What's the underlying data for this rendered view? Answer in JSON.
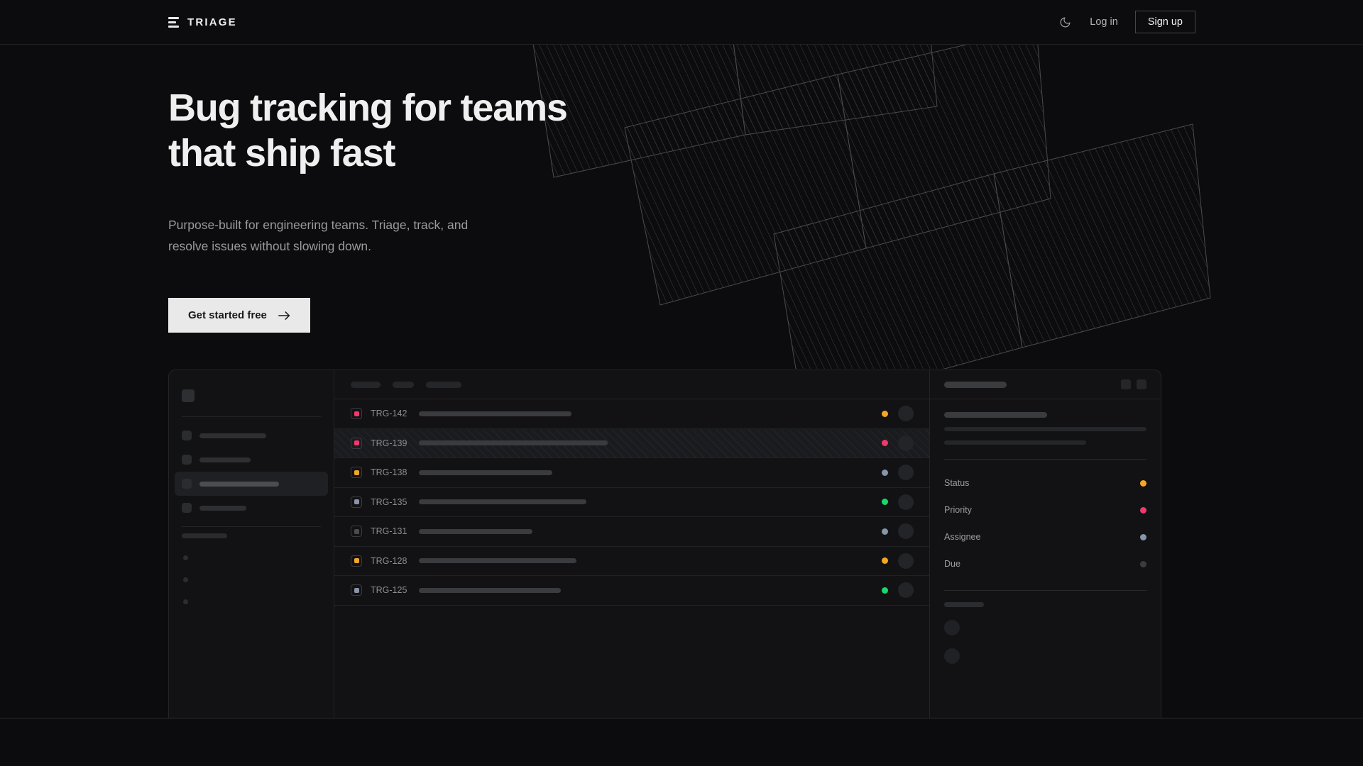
{
  "theme": {
    "page_bg": "#0C0C0E",
    "panel_bg": "#121214",
    "border": "#232427",
    "accent_orange": "#F5A623",
    "accent_pink": "#F2396B",
    "accent_green": "#17D96A",
    "accent_slate": "#8795A8",
    "accent_grey": "#4A4C50",
    "cta_bg": "#E9E9E9"
  },
  "header": {
    "brand_name": "TRIAGE",
    "theme_toggle_icon": "moon-icon",
    "login_label": "Log in",
    "signup_label": "Sign up"
  },
  "hero": {
    "title": "Bug tracking for teams\nthat ship fast",
    "subtitle": "Purpose-built for engineering teams. Triage, track, and\nresolve issues without slowing down.",
    "cta_label": "Get started free",
    "cta_icon": "arrow-right-icon"
  },
  "mockup": {
    "sidebar": {
      "logo_skeleton_width": 82,
      "nav_items": [
        {
          "label_width": 94,
          "active": false
        },
        {
          "label_width": 72,
          "active": false
        },
        {
          "label_width": 112,
          "active": true
        },
        {
          "label_width": 66,
          "active": false
        }
      ],
      "section_label_width": 64,
      "tiny_dots": 3
    },
    "toolbar": {
      "skeleton_widths": [
        42,
        30,
        50
      ]
    },
    "columns": [
      "badge",
      "id",
      "title",
      "status",
      "assignee"
    ],
    "rows": [
      {
        "id": "TRG-142",
        "badge_color": "#F2396B",
        "title_width": 215,
        "status_color": "#F5A623",
        "selected": false
      },
      {
        "id": "TRG-139",
        "badge_color": "#F2396B",
        "title_width": 266,
        "status_color": "#F2396B",
        "selected": true
      },
      {
        "id": "TRG-138",
        "badge_color": "#F5A623",
        "title_width": 188,
        "status_color": "#8795A8",
        "selected": false
      },
      {
        "id": "TRG-135",
        "badge_color": "#8795A8",
        "title_width": 236,
        "status_color": "#17D96A",
        "selected": false
      },
      {
        "id": "TRG-131",
        "badge_color": "#4A4C50",
        "title_width": 160,
        "status_color": "#8795A8",
        "selected": false
      },
      {
        "id": "TRG-128",
        "badge_color": "#F5A623",
        "title_width": 222,
        "status_color": "#F5A623",
        "selected": false
      },
      {
        "id": "TRG-125",
        "badge_color": "#8795A8",
        "title_width": 200,
        "status_color": "#17D96A",
        "selected": false
      }
    ],
    "detail": {
      "header_skeleton_width": 88,
      "header_buttons": 2,
      "title_skeleton_width": 145,
      "body_line_widths": [
        285,
        200
      ],
      "fields": [
        {
          "label": "Status",
          "value_color": "#F5A623"
        },
        {
          "label": "Priority",
          "value_color": "#F2396B"
        },
        {
          "label": "Assignee",
          "value_color": "#8795A8"
        },
        {
          "label": "Due",
          "value_color": "#3A3C40"
        }
      ],
      "footer_label_width": 56,
      "footer_avatars": 2
    }
  }
}
